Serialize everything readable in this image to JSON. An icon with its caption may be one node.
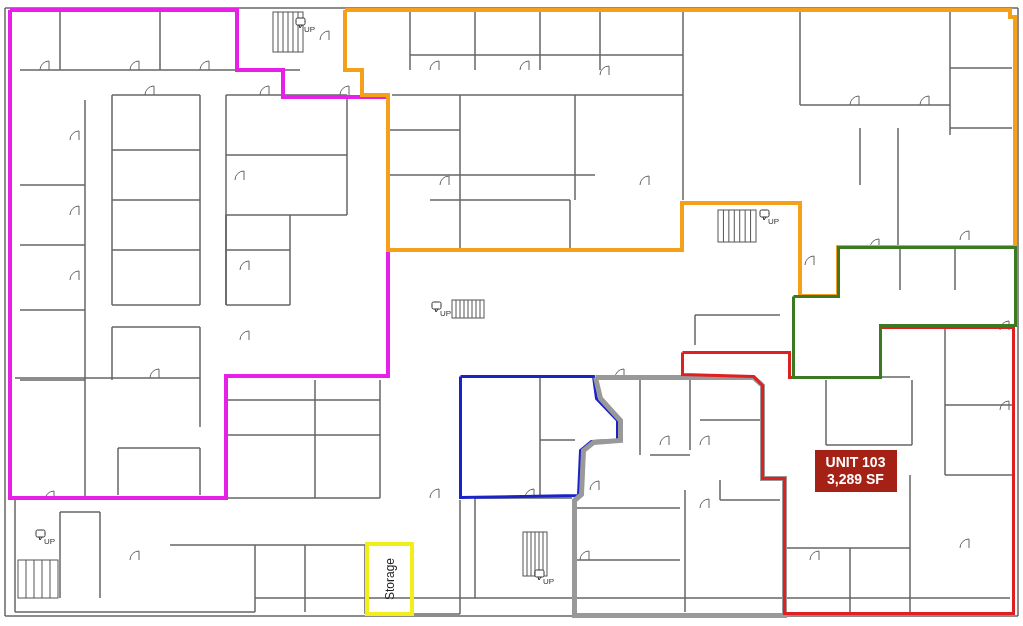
{
  "diagram": {
    "nodes": [
      {
        "text": [],
        "shape": "polygon"
      },
      {
        "text": [],
        "shape": "polygon"
      },
      {
        "text": [],
        "shape": "polygon"
      },
      {
        "text": [],
        "shape": "polygon"
      },
      {
        "text": [],
        "shape": "polygon"
      },
      {
        "text": [
          "UNIT 103 3,289 SF"
        ],
        "in": 4
      },
      {
        "text": [],
        "shape": "polygon"
      },
      {
        "text": [
          "Storage"
        ]
      }
    ],
    "labels": [
      "UP",
      "UP",
      "UP",
      "UP",
      "UP"
    ]
  }
}
